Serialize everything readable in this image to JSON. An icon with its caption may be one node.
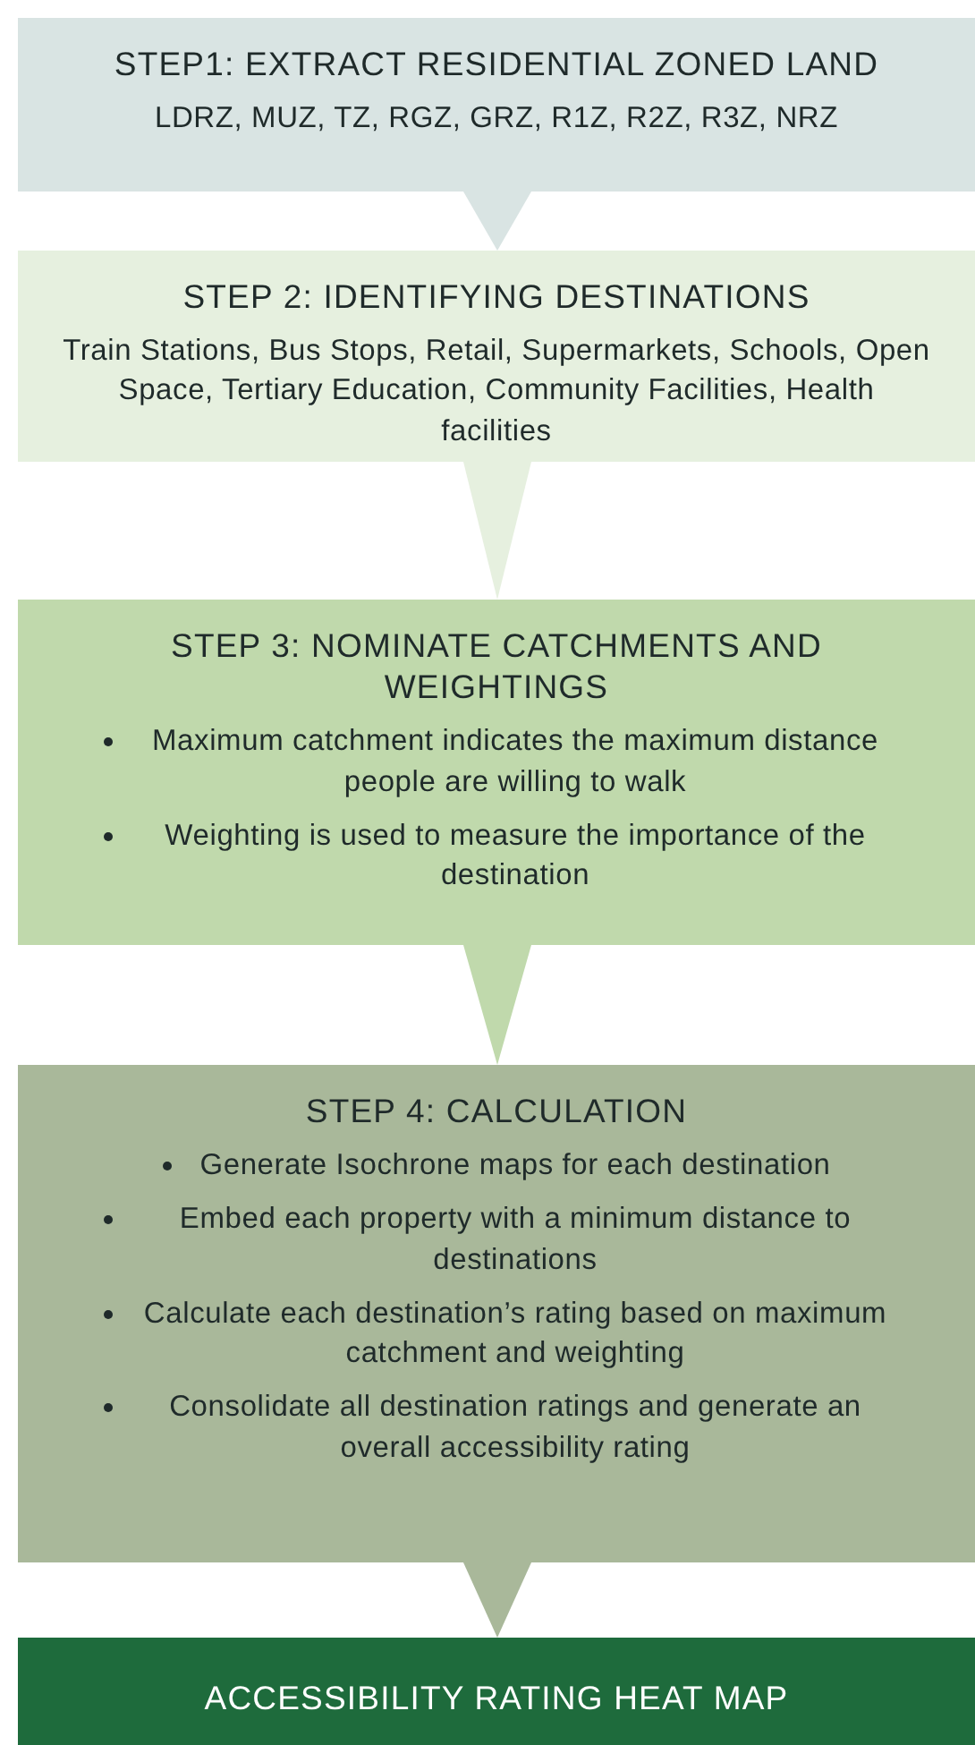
{
  "diagram": {
    "nodes": [
      {
        "text": [
          "STEP1: EXTRACT RESIDENTIAL ZONED LAND",
          "LDRZ, MUZ, TZ, RGZ, GRZ, R1Z, R2Z, R3Z, NRZ"
        ]
      },
      {
        "text": [
          "STEP 2: IDENTIFYING DESTINATIONS",
          "Train Stations, Bus Stops, Retail, Supermarkets, Schools, Open Space, Tertiary Education, Community Facilities, Health facilities"
        ]
      },
      {
        "text": [
          "STEP 3: NOMINATE CATCHMENTS AND WEIGHTINGS",
          "Maximum catchment indicates the maximum distance people are willing to walk",
          "Weighting is used to measure the importance of the destination"
        ]
      },
      {
        "text": [
          "STEP 4: CALCULATION",
          "Generate Isochrone maps for each destination",
          "Embed each property with a minimum distance to destinations",
          "Calculate each destination’s rating based on maximum catchment and weighting",
          "Consolidate all destination ratings and generate an overall accessibility rating"
        ]
      },
      {
        "text": [
          "ACCESSIBILITY RATING HEAT MAP"
        ]
      }
    ],
    "edges": [
      {
        "from": 0,
        "to": 1,
        "arrow": "to"
      },
      {
        "from": 1,
        "to": 2,
        "arrow": "to"
      },
      {
        "from": 2,
        "to": 3,
        "arrow": "to"
      },
      {
        "from": 3,
        "to": 4,
        "arrow": "to"
      }
    ]
  }
}
